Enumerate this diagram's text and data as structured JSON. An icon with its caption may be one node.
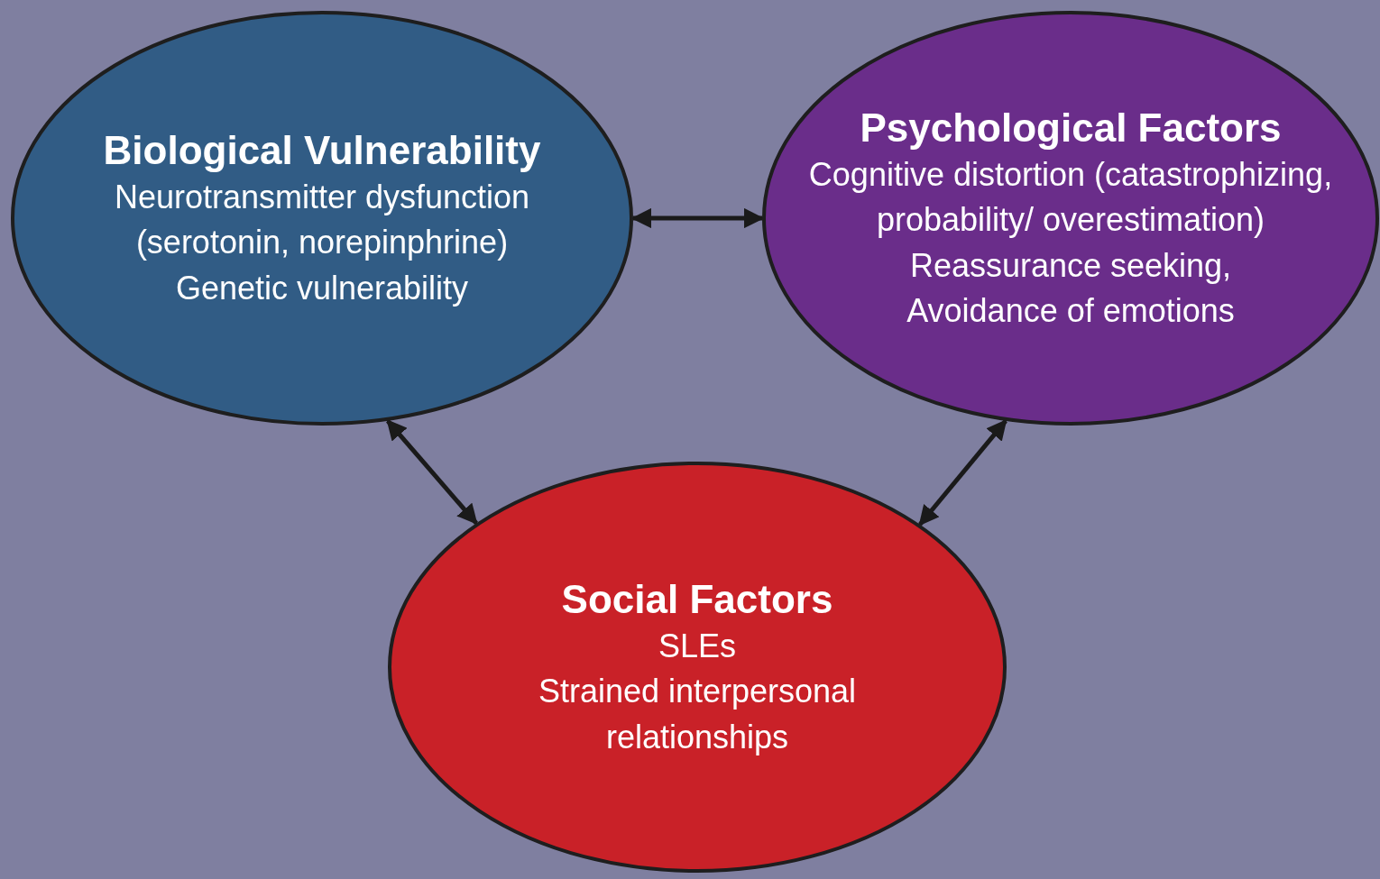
{
  "diagram": {
    "nodes": [
      {
        "text": [
          "Biological Vulnerability",
          "Neurotransmitter dysfunction (serotonin, norepinphrine)",
          "Genetic vulnerability"
        ]
      },
      {
        "text": [
          "Psychological Factors",
          "Cognitive distortion (catastrophizing, probability/ overestimation)",
          "Reassurance seeking, Avoidance of emotions"
        ]
      },
      {
        "text": [
          "Social Factors",
          "SLEs",
          "Strained interpersonal relationships"
        ]
      }
    ],
    "edges": [
      {
        "from": 0,
        "to": 1,
        "arrow": "both"
      },
      {
        "from": 0,
        "to": 2,
        "arrow": "both"
      },
      {
        "from": 1,
        "to": 2,
        "arrow": "both"
      }
    ]
  }
}
